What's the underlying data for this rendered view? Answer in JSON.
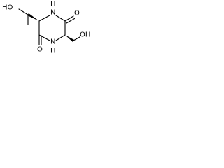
{
  "structure": {
    "atom_labels": {
      "hydroxyl_left": "HO",
      "ring_nh_top": "H",
      "ring_n_top": "N",
      "carbonyl_top": "O",
      "ring_n_bottom": "N",
      "ring_nh_bottom": "H",
      "carbonyl_bottom": "O",
      "hydroxyl_right": "OH"
    }
  }
}
